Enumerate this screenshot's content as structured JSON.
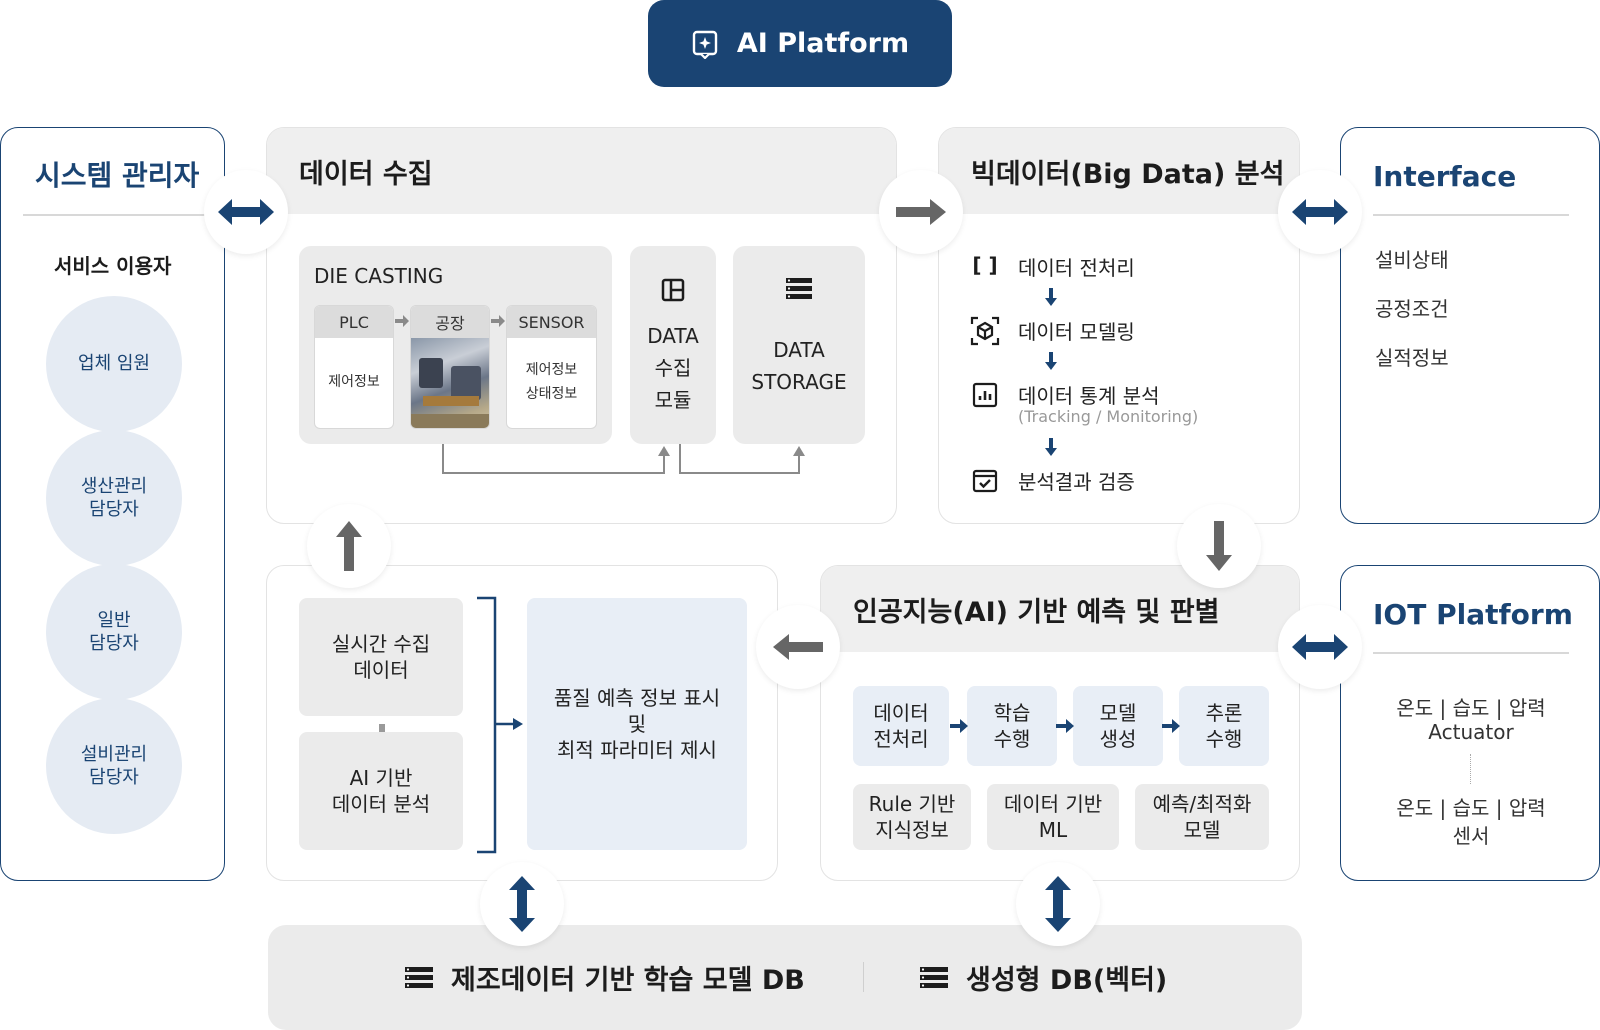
{
  "top": {
    "title": "AI Platform"
  },
  "system_admin": {
    "title": "시스템 관리자",
    "subtitle": "서비스 이용자",
    "users": [
      "업체 임원",
      "생산관리\n담당자",
      "일반\n담당자",
      "설비관리\n담당자"
    ]
  },
  "data_collection": {
    "title": "데이터 수집",
    "die_casting": {
      "title": "DIE CASTING",
      "plc": {
        "head": "PLC",
        "body": "제어정보"
      },
      "factory": {
        "head": "공장"
      },
      "sensor": {
        "head": "SENSOR",
        "body": "제어정보\n상태정보"
      }
    },
    "module": {
      "label": "DATA\n수집\n모듈"
    },
    "storage": {
      "label": "DATA\nSTORAGE"
    }
  },
  "big_data": {
    "title": "빅데이터(Big Data) 분석",
    "steps": [
      "데이터 전처리",
      "데이터 모델링",
      "데이터 통계 분석",
      "분석결과 검증"
    ],
    "step3_sub": "(Tracking / Monitoring)"
  },
  "interface": {
    "title": "Interface",
    "items": [
      "설비상태",
      "공정조건",
      "실적정보"
    ]
  },
  "realtime": {
    "box1": "실시간 수집\n데이터",
    "box2": "AI 기반\n데이터 분석",
    "result": "품질 예측 정보 표시\n및\n최적 파라미터 제시"
  },
  "ai": {
    "title": "인공지능(AI) 기반 예측 및 판별",
    "flow": [
      "데이터\n전처리",
      "학습\n수행",
      "모델\n생성",
      "추론\n수행"
    ],
    "bottom": [
      "Rule 기반\n지식정보",
      "데이터 기반\nML",
      "예측/최적화\n모델"
    ]
  },
  "iot": {
    "title": "IOT Platform",
    "line1": "온도 | 습도 | 압력",
    "line2": "Actuator",
    "line3": "온도 | 습도 | 압력",
    "line4": "센서"
  },
  "db": {
    "left": "제조데이터 기반 학습 모델 DB",
    "right": "생성형 DB(벡터)"
  },
  "colors": {
    "navy": "#1a4473",
    "gray_arrow": "#666666",
    "light_blue": "#e5ebf3"
  }
}
